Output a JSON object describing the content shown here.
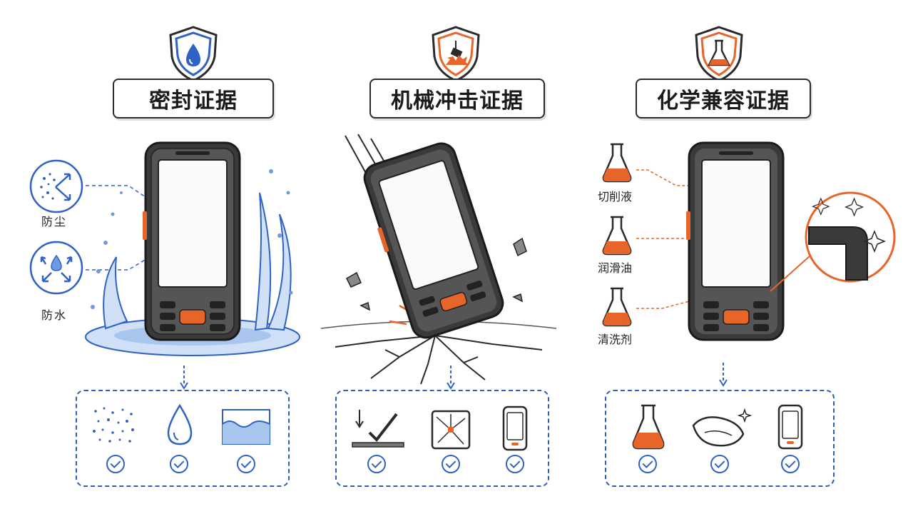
{
  "sections": [
    {
      "title": "密封证据",
      "shield_icon": "water-drop-icon",
      "side_labels": [
        "防尘",
        "防水"
      ],
      "evidence": [
        {
          "icon": "dust-particles-icon",
          "status": "check"
        },
        {
          "icon": "water-drop-icon",
          "status": "check"
        },
        {
          "icon": "water-level-icon",
          "status": "check"
        }
      ]
    },
    {
      "title": "机械冲击证据",
      "shield_icon": "impact-icon",
      "evidence": [
        {
          "icon": "drop-test-icon",
          "status": "check"
        },
        {
          "icon": "cracked-screen-icon",
          "status": "check"
        },
        {
          "icon": "phone-intact-icon",
          "status": "check"
        }
      ]
    },
    {
      "title": "化学兼容证据",
      "shield_icon": "flask-icon",
      "chemicals": [
        "切削液",
        "润滑油",
        "清洗剂"
      ],
      "evidence": [
        {
          "icon": "flask-icon",
          "status": "check"
        },
        {
          "icon": "cloth-icon",
          "status": "check"
        },
        {
          "icon": "phone-intact-icon",
          "status": "check"
        }
      ]
    }
  ],
  "colors": {
    "blue": "#2f62c2",
    "orange": "#e8652a",
    "dark": "#2a2a2a"
  }
}
